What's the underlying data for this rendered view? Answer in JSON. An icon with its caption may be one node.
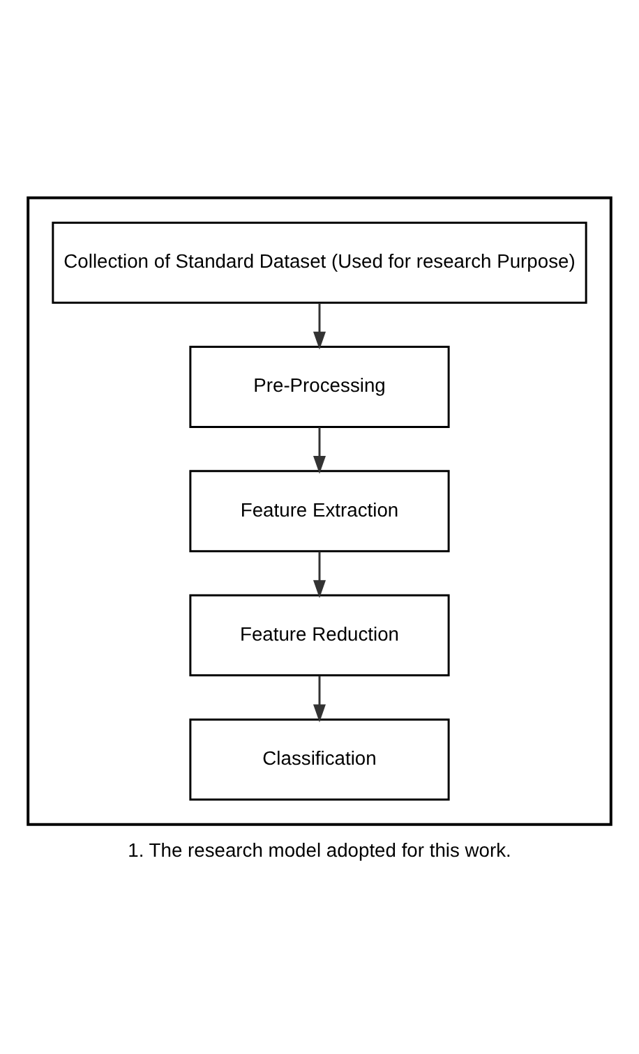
{
  "diagram": {
    "caption": "1. The research model adopted for this work.",
    "nodes": [
      {
        "text": [],
        "shape": "box"
      },
      {
        "text": [
          "Collection of Standard Dataset (Used for research Purpose)"
        ],
        "in": 0
      },
      {
        "text": [
          "Pre-Processing"
        ],
        "in": 0
      },
      {
        "text": [
          "Feature Extraction"
        ],
        "in": 0
      },
      {
        "text": [
          "Feature Reduction"
        ],
        "in": 0
      },
      {
        "text": [
          "Classification"
        ],
        "in": 0
      }
    ],
    "edges": [
      {
        "from": 1,
        "to": 2,
        "arrow": "to"
      },
      {
        "from": 2,
        "to": 3,
        "arrow": "to"
      },
      {
        "from": 3,
        "to": 4,
        "arrow": "to"
      },
      {
        "from": 4,
        "to": 5,
        "arrow": "to"
      }
    ]
  }
}
